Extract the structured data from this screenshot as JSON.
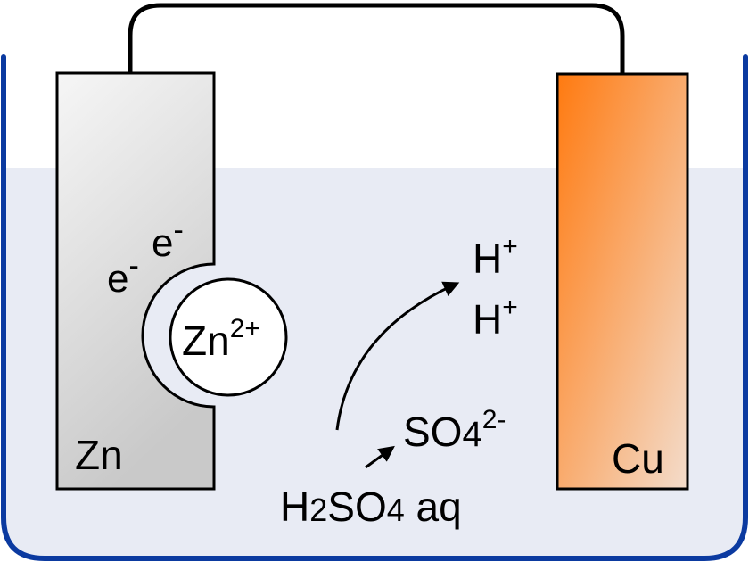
{
  "electrodes": {
    "anode": {
      "label": "Zn",
      "fill_top": "#f6f6f6",
      "fill_bottom": "#c9c9c9"
    },
    "cathode": {
      "label": "Cu",
      "fill_top": "#ff7a10",
      "fill_bottom": "#f3dccb"
    }
  },
  "ion": {
    "base": "Zn",
    "charge": "2+"
  },
  "electrons": [
    {
      "base": "e",
      "charge": "-"
    },
    {
      "base": "e",
      "charge": "-"
    }
  ],
  "protons": [
    {
      "base": "H",
      "charge": "+"
    },
    {
      "base": "H",
      "charge": "+"
    }
  ],
  "sulfate": {
    "base": "SO",
    "subscript": "4",
    "charge": "2-"
  },
  "solution": {
    "h": "H",
    "h_sub": "2",
    "so": "SO",
    "so_sub": "4",
    "suffix": " aq"
  },
  "colors": {
    "beaker": "#0b3aa0",
    "liquid": "#e8ebf4",
    "wire": "#000000",
    "outline": "#000000"
  }
}
